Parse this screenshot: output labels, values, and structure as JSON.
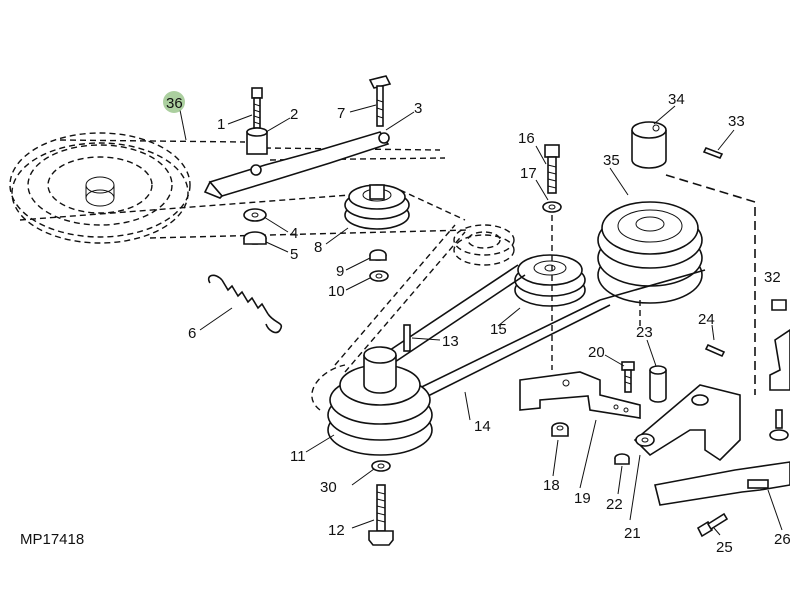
{
  "diagram_code": "MP17418",
  "highlight_color": "#8fbf7f",
  "callouts": [
    "1",
    "2",
    "3",
    "4",
    "5",
    "6",
    "7",
    "8",
    "9",
    "10",
    "11",
    "12",
    "13",
    "14",
    "15",
    "16",
    "17",
    "18",
    "19",
    "20",
    "21",
    "22",
    "23",
    "24",
    "25",
    "26",
    "30",
    "32",
    "33",
    "34",
    "35",
    "36"
  ]
}
